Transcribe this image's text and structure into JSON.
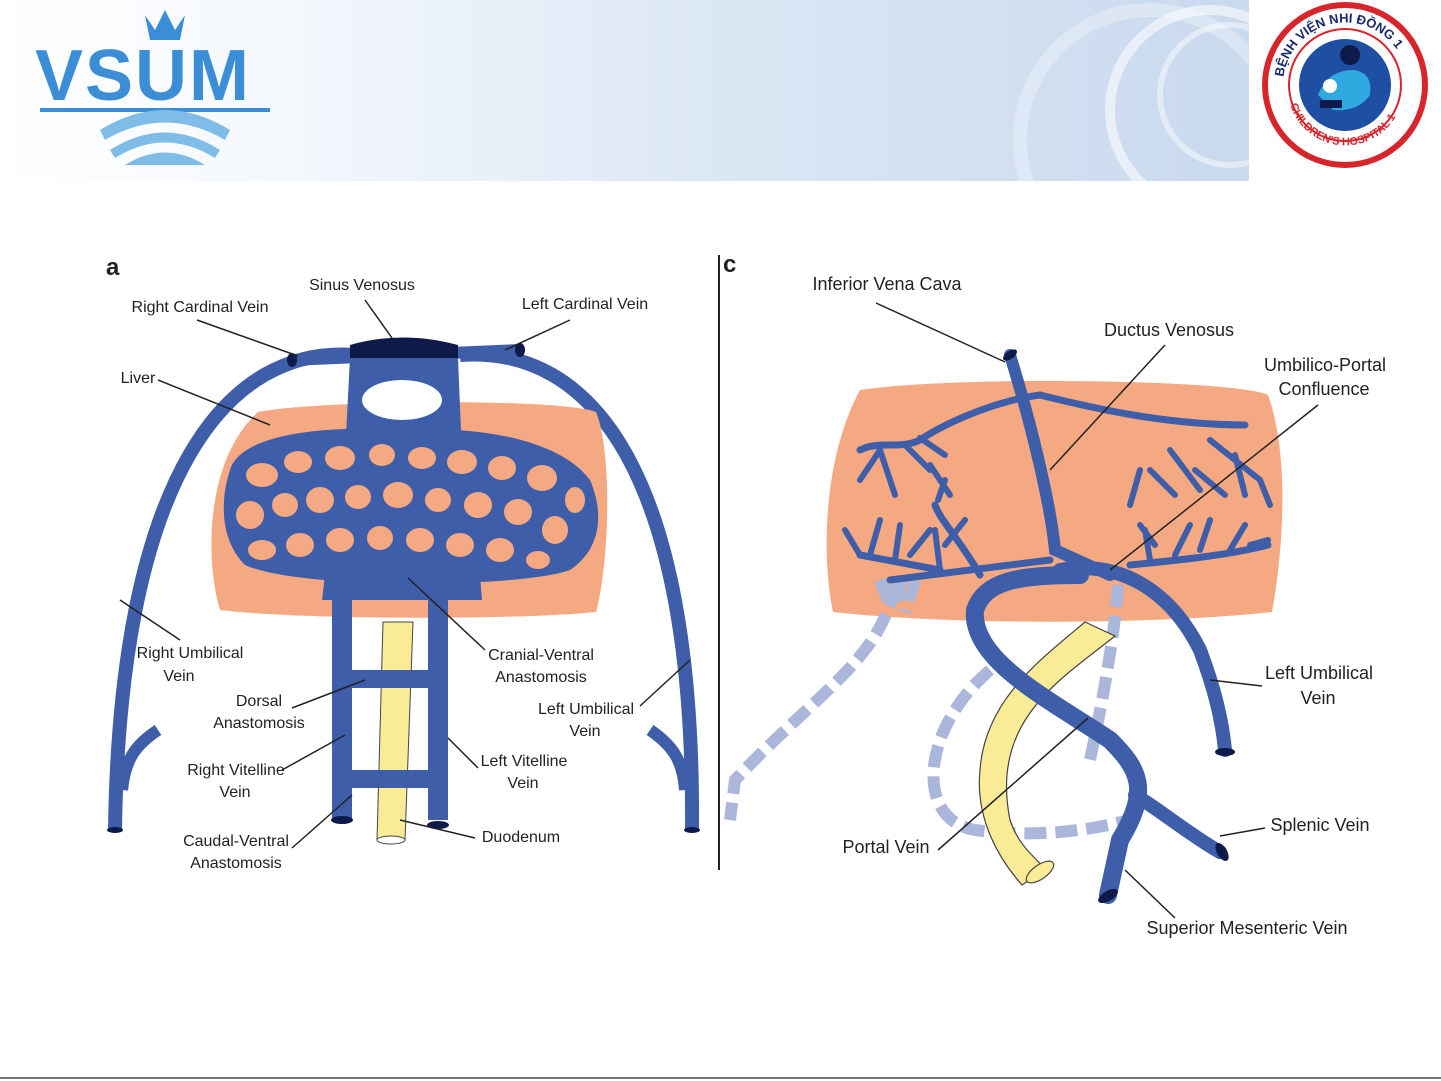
{
  "header": {
    "left_logo_text": "VSUM",
    "right_logo_text": "BỆNH VIỆN NHI ĐỒNG 1",
    "right_logo_subtext": "CHILDREN'S HOSPITAL 1"
  },
  "colors": {
    "vein": "#3e5ea9",
    "vein_dark": "#0d1a4a",
    "liver": "#f5a982",
    "duodenum": "#faeb96",
    "faded_vein": "#aab6da"
  },
  "panel_a": {
    "letter": "a",
    "labels": {
      "sinus_venosus": "Sinus Venosus",
      "right_cardinal": "Right Cardinal Vein",
      "left_cardinal": "Left Cardinal Vein",
      "liver": "Liver",
      "right_umbilical_1": "Right Umbilical",
      "right_umbilical_2": "Vein",
      "dorsal_1": "Dorsal",
      "dorsal_2": "Anastomosis",
      "right_vitelline_1": "Right Vitelline",
      "right_vitelline_2": "Vein",
      "caudal_ventral_1": "Caudal-Ventral",
      "caudal_ventral_2": "Anastomosis",
      "cranial_ventral_1": "Cranial-Ventral",
      "cranial_ventral_2": "Anastomosis",
      "left_umbilical_1": "Left Umbilical",
      "left_umbilical_2": "Vein",
      "left_vitelline_1": "Left Vitelline",
      "left_vitelline_2": "Vein",
      "duodenum": "Duodenum"
    }
  },
  "panel_c": {
    "letter": "c",
    "labels": {
      "ivc": "Inferior Vena Cava",
      "ductus": "Ductus Venosus",
      "umbilico_1": "Umbilico-Portal",
      "umbilico_2": "Confluence",
      "left_umbilical_1": "Left Umbilical",
      "left_umbilical_2": "Vein",
      "splenic": "Splenic Vein",
      "portal": "Portal Vein",
      "sup_mesenteric": "Superior Mesenteric Vein"
    }
  }
}
